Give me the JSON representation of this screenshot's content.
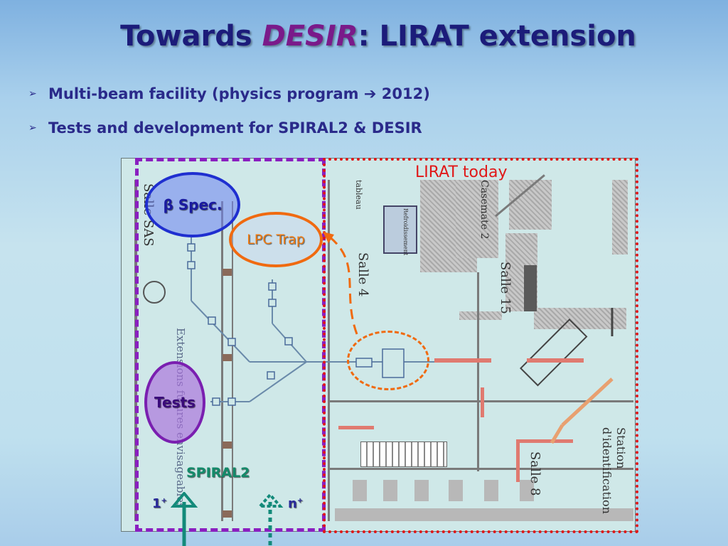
{
  "title": {
    "part1": "Towards ",
    "part2": "DESIR",
    "part3": ": LIRAT extension"
  },
  "bullets": [
    {
      "text1": "Multi-beam facility (physics program ",
      "arrow": "➔",
      "text2": " 2012)"
    },
    {
      "text1": "Tests and development for SPIRAL2 & DESIR"
    }
  ],
  "labels": {
    "lirat_today": "LIRAT today",
    "beta_spec": "β Spec.",
    "lpc_trap": "LPC Trap",
    "tests": "Tests",
    "spiral2": "SPIRAL2",
    "one_plus": "1",
    "one_plus_sup": "+",
    "n_plus": "n",
    "n_plus_sup": "+"
  },
  "plan_text": {
    "salle_sas": "Salle SAS",
    "extension": "Extensions futures envisageables",
    "salle4": "Salle 4",
    "salle15": "Salle 15",
    "casemate2": "Casemate 2",
    "salle8": "Salle 8",
    "station": "Station d'identification",
    "tableau": "tableau",
    "refroidissement": "Refroidissement"
  },
  "colors": {
    "purple_dash": "#8a1fc0",
    "red_dot": "#e01818",
    "blue_ellipse": "#1f2fd0",
    "orange_ellipse": "#f06a10",
    "purple_ellipse": "#7a1fb0",
    "teal_arrow": "#138a7a"
  }
}
